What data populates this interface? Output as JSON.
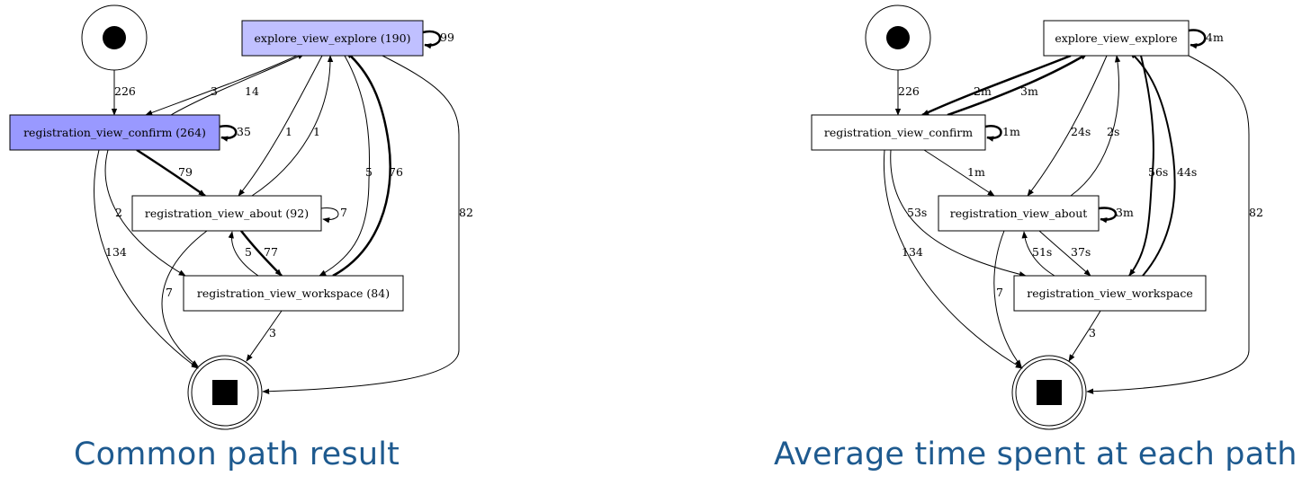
{
  "colors": {
    "highlight_light": "#c0c0ff",
    "highlight_dark": "#9999ff",
    "caption": "#1e5a8f",
    "stroke": "#000000"
  },
  "left": {
    "caption": "Common path result",
    "nodes": {
      "explore": "explore_view_explore (190)",
      "confirm": "registration_view_confirm (264)",
      "about": "registration_view_about (92)",
      "workspace": "registration_view_workspace (84)"
    },
    "edges": {
      "start_confirm": "226",
      "confirm_explore": "14",
      "explore_confirm": "3",
      "explore_self": "99",
      "confirm_self": "35",
      "explore_about": "1",
      "about_explore": "1",
      "confirm_about": "79",
      "confirm_workspace": "2",
      "about_self": "7",
      "explore_workspace": "5",
      "workspace_explore": "76",
      "explore_end": "82",
      "confirm_end": "134",
      "about_end": "7",
      "workspace_about": "5",
      "about_workspace": "77",
      "workspace_end": "3"
    }
  },
  "right": {
    "caption": "Average time spent at each path",
    "nodes": {
      "explore": "explore_view_explore",
      "confirm": "registration_view_confirm",
      "about": "registration_view_about",
      "workspace": "registration_view_workspace"
    },
    "edges": {
      "start_confirm": "226",
      "explore_confirm": "2m",
      "confirm_explore": "3m",
      "explore_self": "4m",
      "confirm_self": "1m",
      "explore_about": "24s",
      "about_explore": "2s",
      "confirm_about": "1m",
      "confirm_workspace": "53s",
      "about_self": "3m",
      "explore_workspace": "56s",
      "workspace_explore": "44s",
      "explore_end": "82",
      "confirm_end": "134",
      "about_end": "7",
      "workspace_about": "51s",
      "about_workspace": "37s",
      "workspace_end": "3"
    }
  }
}
